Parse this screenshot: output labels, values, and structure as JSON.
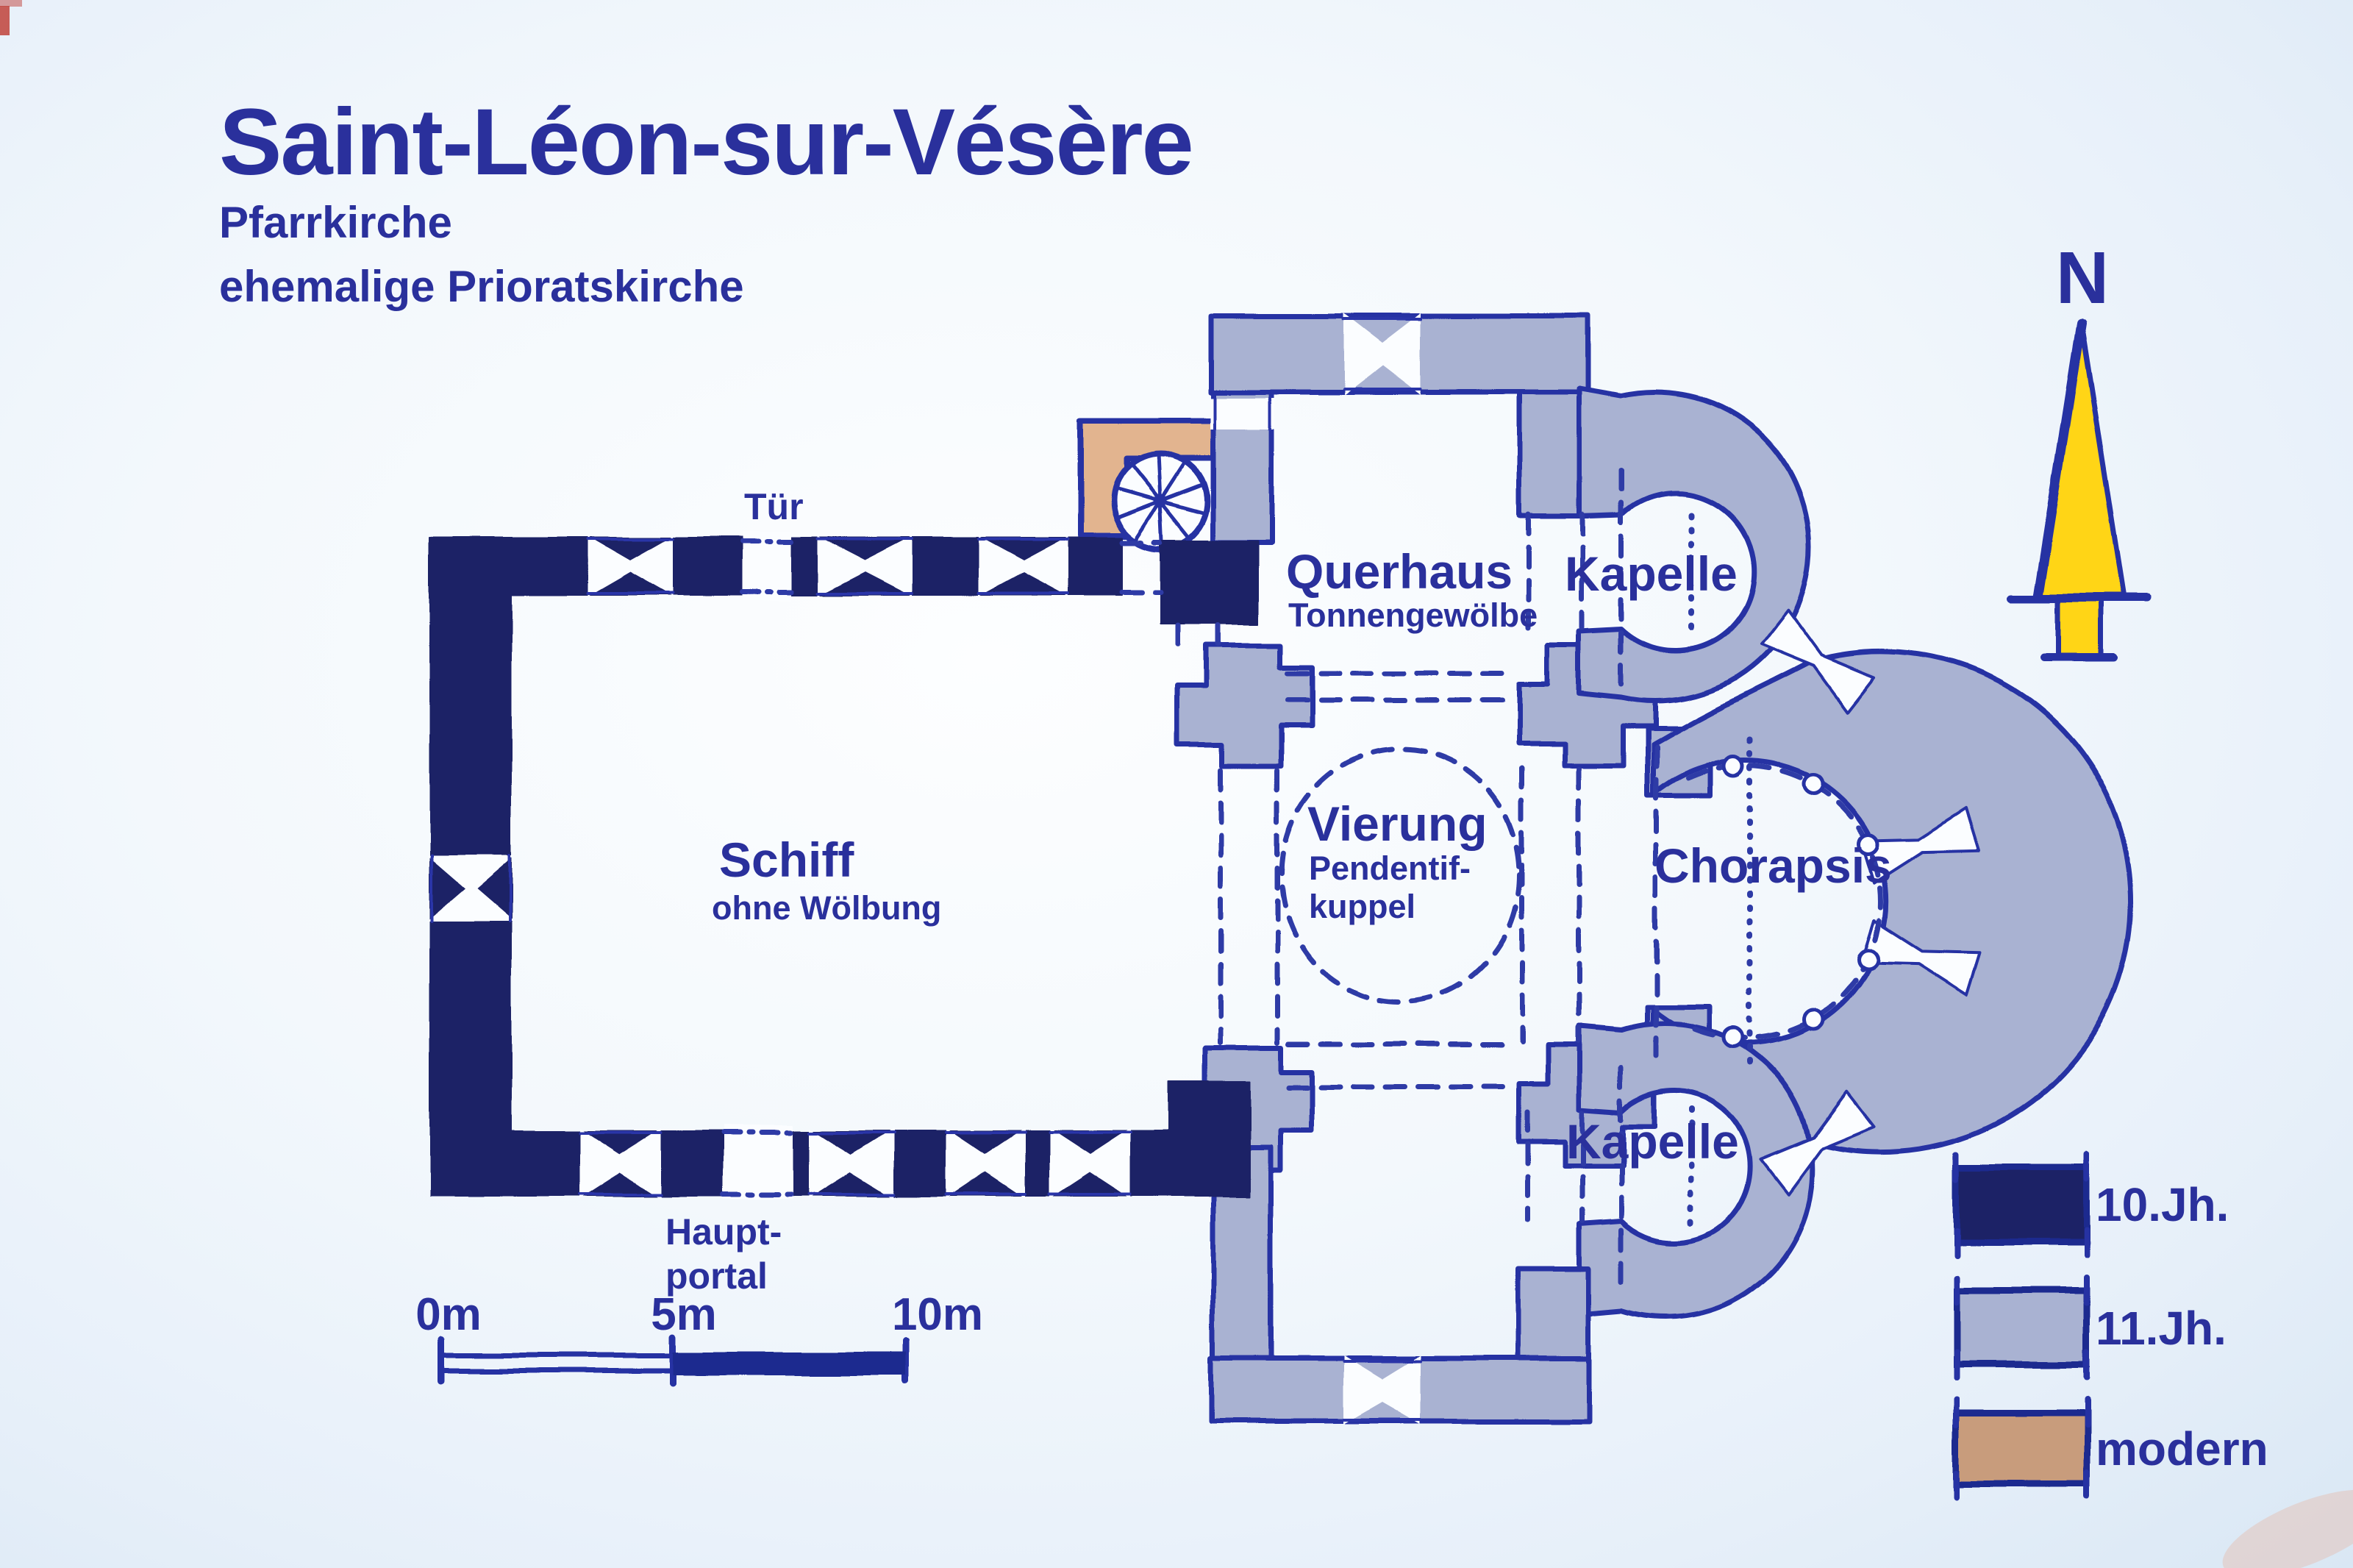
{
  "title": "Saint-Léon-sur-Vésère",
  "subtitle1": "Pfarrkirche",
  "subtitle2": "ehemalige Prioratskirche",
  "compass": {
    "north_label": "N"
  },
  "plan_labels": {
    "tuer": "Tür",
    "querhaus": "Querhaus",
    "querhaus_sub": "Tonnengewölbe",
    "kapelle_nord": "Kapelle",
    "kapelle_sued": "Kapelle",
    "vierung": "Vierung",
    "vierung_sub1": "Pendentif-",
    "vierung_sub2": "kuppel",
    "chorapsis": "Chorapsis",
    "schiff": "Schiff",
    "schiff_sub": "ohne Wölbung",
    "hauptportal_line1": "Haupt-",
    "hauptportal_line2": "portal"
  },
  "scale_bar": {
    "tick0": "0m",
    "tick5": "5m",
    "tick10": "10m",
    "meters_total": 10
  },
  "legend": [
    {
      "label": "10.Jh.",
      "color": "#1c2166"
    },
    {
      "label": "11.Jh.",
      "color": "#a9b2d2"
    },
    {
      "label": "modern",
      "color": "#c89c7b"
    }
  ],
  "colors": {
    "walls_10th_century": "#1c2166",
    "walls_11th_century": "#a9b2d2",
    "modern_plan": "#e2b48f",
    "outline_ink": "#2733a3",
    "dashed_ink": "#2e3aa6",
    "label_text": "#2a309c",
    "north_arrow_yellow": "#ffd517",
    "background": "#e9f1fa"
  }
}
